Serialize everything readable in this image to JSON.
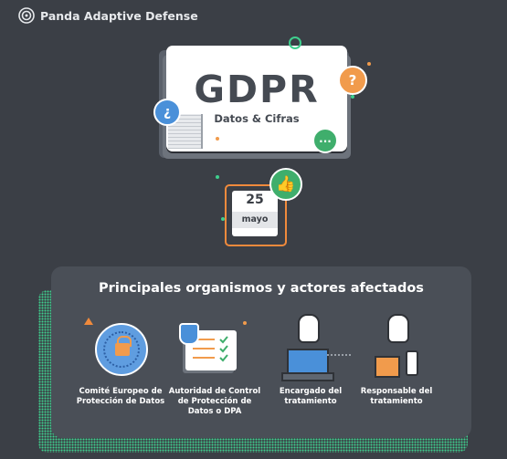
{
  "brand": {
    "name": "Panda Adaptive Defense",
    "icon": "panda-logo-icon"
  },
  "hero": {
    "title": "GDPR",
    "subtitle": "Datos & Cifras",
    "badges": {
      "left": "¿",
      "right": "?",
      "chat": "..."
    }
  },
  "calendar": {
    "day": "25",
    "month": "mayo",
    "icon": "thumbs-up-icon"
  },
  "section": {
    "title": "Principales organismos y actores afectados",
    "items": [
      {
        "line1": "Comité Europeo de",
        "line2": "Protección de Datos",
        "line3": "",
        "icon": "eu-lock-icon"
      },
      {
        "line1": "Autoridad de Control",
        "line2": "de Protección de",
        "line3": "Datos o DPA",
        "icon": "checklist-document-icon"
      },
      {
        "line1": "Encargado del",
        "line2": "tratamiento",
        "line3": "",
        "icon": "person-laptop-icon"
      },
      {
        "line1": "Responsable del",
        "line2": "tratamiento",
        "line3": "",
        "icon": "person-folder-icon"
      }
    ]
  },
  "colors": {
    "background": "#3b3f46",
    "panel": "#4a4f57",
    "accent_green": "#3fcf8e",
    "accent_orange": "#f08a3c",
    "accent_blue": "#4a90d9"
  }
}
